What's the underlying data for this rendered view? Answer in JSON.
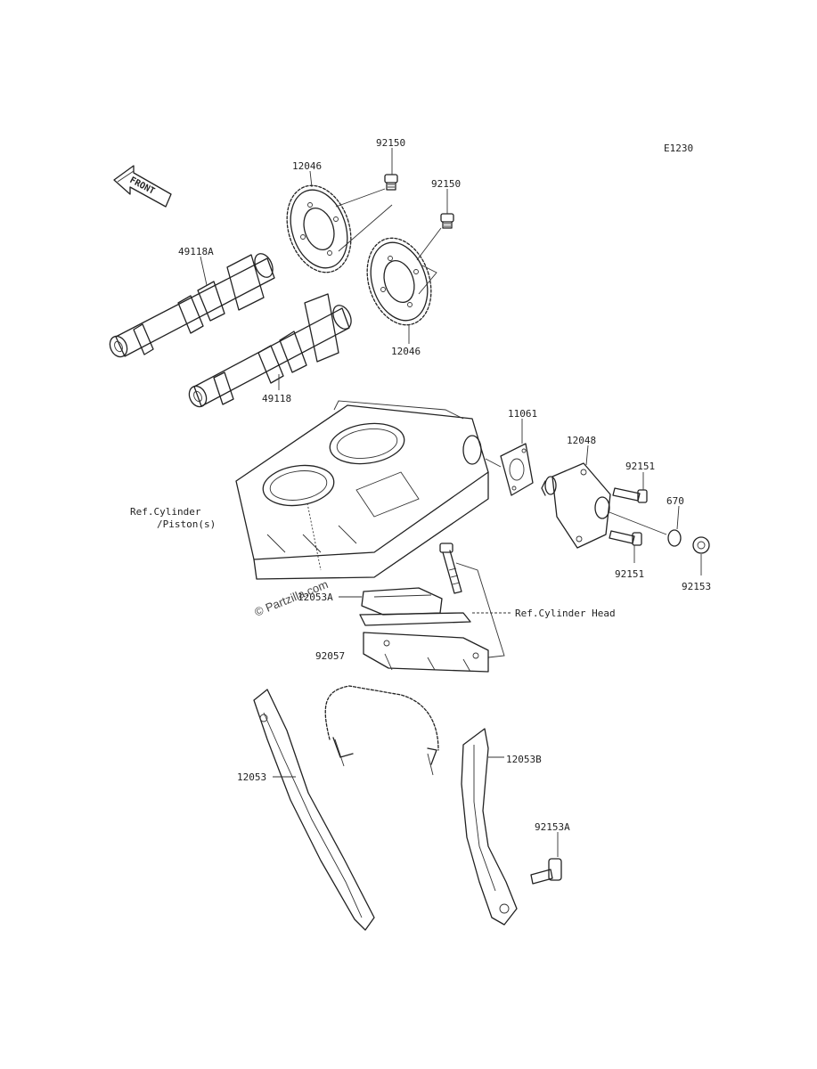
{
  "diagram": {
    "code": "E1230",
    "direction_label": "FRONT",
    "watermark": "© Partzilla.com",
    "refs": {
      "cylinder_piston": [
        "Ref.Cylinder",
        "/Piston(s)"
      ],
      "cylinder_head": "Ref.Cylinder Head"
    },
    "parts": {
      "bolt_upper": "92150",
      "bolt_lower": "92150",
      "sprocket_upper": "12046",
      "sprocket_lower": "12046",
      "camshaft_a": "49118A",
      "camshaft": "49118",
      "gasket": "11061",
      "tensioner": "12048",
      "tensioner_bolt_upper": "92151",
      "tensioner_bolt_lower": "92151",
      "oring": "670",
      "cap_bolt": "92153",
      "guide_a": "12053A",
      "guide_holder": "92057",
      "guide_front": "12053",
      "guide_b": "12053B",
      "guide_bolt": "92153A"
    }
  }
}
